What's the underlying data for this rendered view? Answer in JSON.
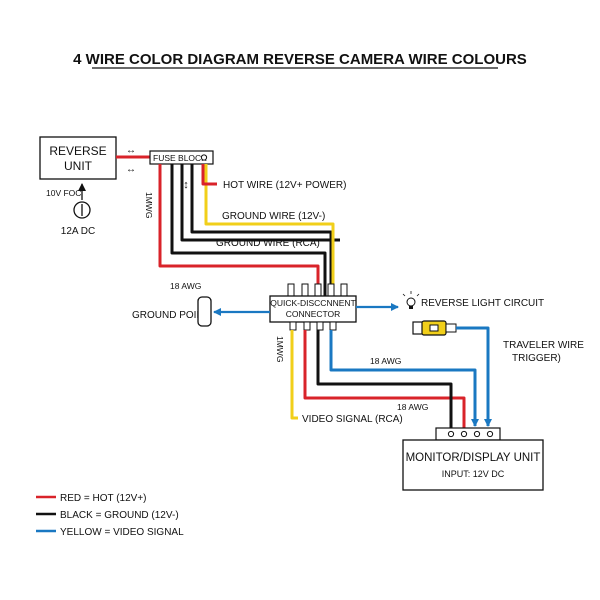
{
  "title": "4 WIRE COLOR DIAGRAM REVERSE CAMERA WIRE COLOURS",
  "colors": {
    "red": "#d9232a",
    "black": "#111111",
    "yellow": "#f1cf1a",
    "blue": "#1a78c2"
  },
  "reverse_unit": {
    "line1": "REVERSE",
    "line2": "UNIT"
  },
  "fuse_block": {
    "label": "FUSE BLOCK"
  },
  "source": {
    "voltage": "10V FOC",
    "current": "12A DC"
  },
  "wire_labels": {
    "hot": "HOT WIRE (12V+ POWER)",
    "ground_12v": "GROUND WIRE (12V-)",
    "ground_rca": "GROUND WIRE (RCA)",
    "video": "VIDEO SIGNAL (RCA)",
    "awg_left": "18 AWG",
    "awg_mid": "18 AWG",
    "awg_right": "18 AWG",
    "vert_upper": "1MWG",
    "vert_lower": "1MWG"
  },
  "connector": {
    "line1": "QUICK-DISCCNNENT",
    "line2": "CONNECTOR"
  },
  "ground_point": {
    "label": "GROUND POINT"
  },
  "reverse_light": {
    "label": "REVERSE LIGHT CIRCUIT"
  },
  "trigger": {
    "line1": "TRAVELER WIRE",
    "line2": "TRIGGER)"
  },
  "monitor": {
    "title": "MONITOR/DISPLAY UNIT",
    "subtitle": "INPUT: 12V DC"
  },
  "legend": [
    {
      "text": "RED = HOT (12V+)",
      "color": "#d9232a"
    },
    {
      "text": "BLACK = GROUND (12V-)",
      "color": "#111111"
    },
    {
      "text": "YELLOW = VIDEO SIGNAL",
      "color": "#1a78c2"
    }
  ]
}
